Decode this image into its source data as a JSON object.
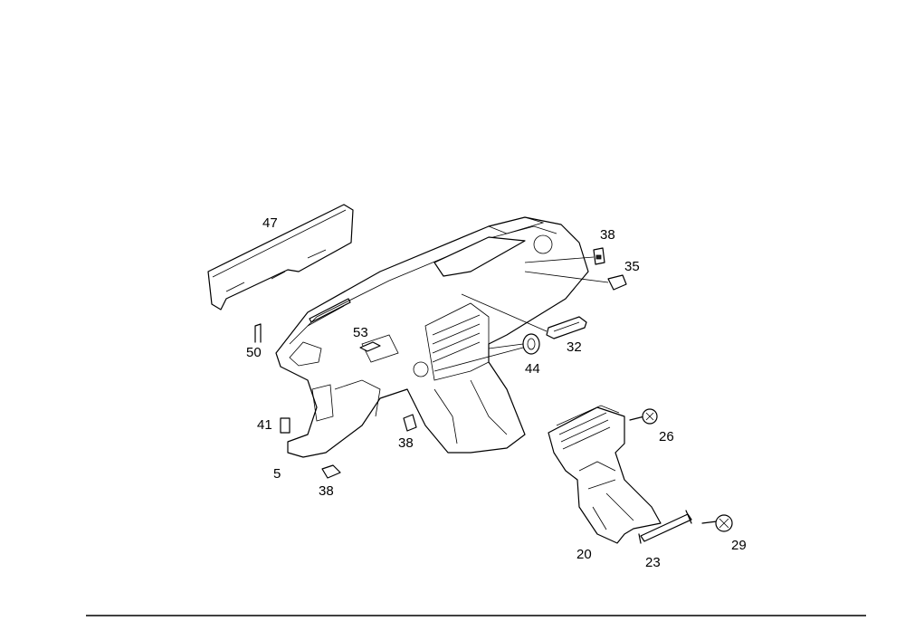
{
  "diagram": {
    "callouts": [
      {
        "id": "c47",
        "text": "47"
      },
      {
        "id": "c38a",
        "text": "38"
      },
      {
        "id": "c35",
        "text": "35"
      },
      {
        "id": "c53",
        "text": "53"
      },
      {
        "id": "c50",
        "text": "50"
      },
      {
        "id": "c32",
        "text": "32"
      },
      {
        "id": "c44",
        "text": "44"
      },
      {
        "id": "c41",
        "text": "41"
      },
      {
        "id": "c26",
        "text": "26"
      },
      {
        "id": "c38b",
        "text": "38"
      },
      {
        "id": "c5",
        "text": "5"
      },
      {
        "id": "c38c",
        "text": "38"
      },
      {
        "id": "c20",
        "text": "20"
      },
      {
        "id": "c23",
        "text": "23"
      },
      {
        "id": "c29",
        "text": "29"
      }
    ]
  }
}
